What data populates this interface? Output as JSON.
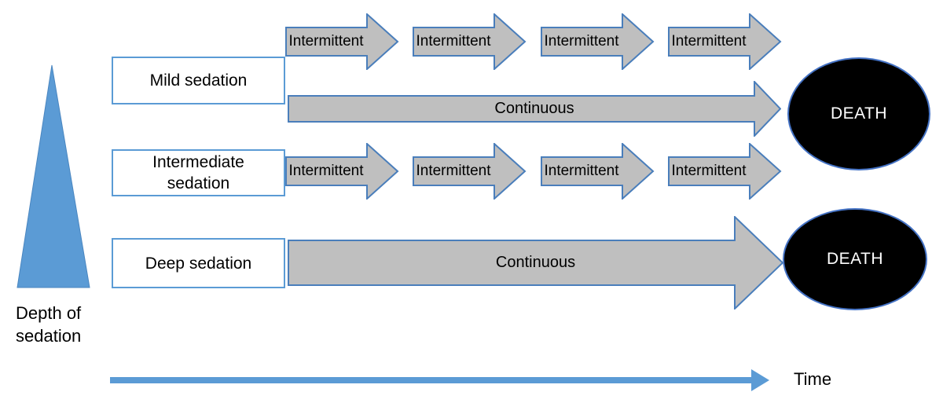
{
  "rows": [
    {
      "label": "Mild sedation",
      "intermittent_arrows": [
        "Intermittent",
        "Intermittent",
        "Intermittent",
        "Intermittent"
      ],
      "continuous_label": "Continuous"
    },
    {
      "label_line1": "Intermediate",
      "label_line2": "sedation",
      "intermittent_arrows": [
        "Intermittent",
        "Intermittent",
        "Intermittent",
        "Intermittent"
      ]
    },
    {
      "label": "Deep sedation",
      "continuous_label": "Continuous"
    }
  ],
  "outcomes": {
    "top": "DEATH",
    "bottom": "DEATH"
  },
  "axes": {
    "depth_line1": "Depth of",
    "depth_line2": "sedation",
    "time": "Time"
  },
  "colors": {
    "shape_blue": "#5b9bd5",
    "arrow_fill": "#bfbfbf",
    "arrow_border": "#4a7ebb",
    "box_border": "#5b9bd5",
    "death_fill": "#000000",
    "death_border": "#4472c4",
    "death_text": "#ffffff"
  }
}
